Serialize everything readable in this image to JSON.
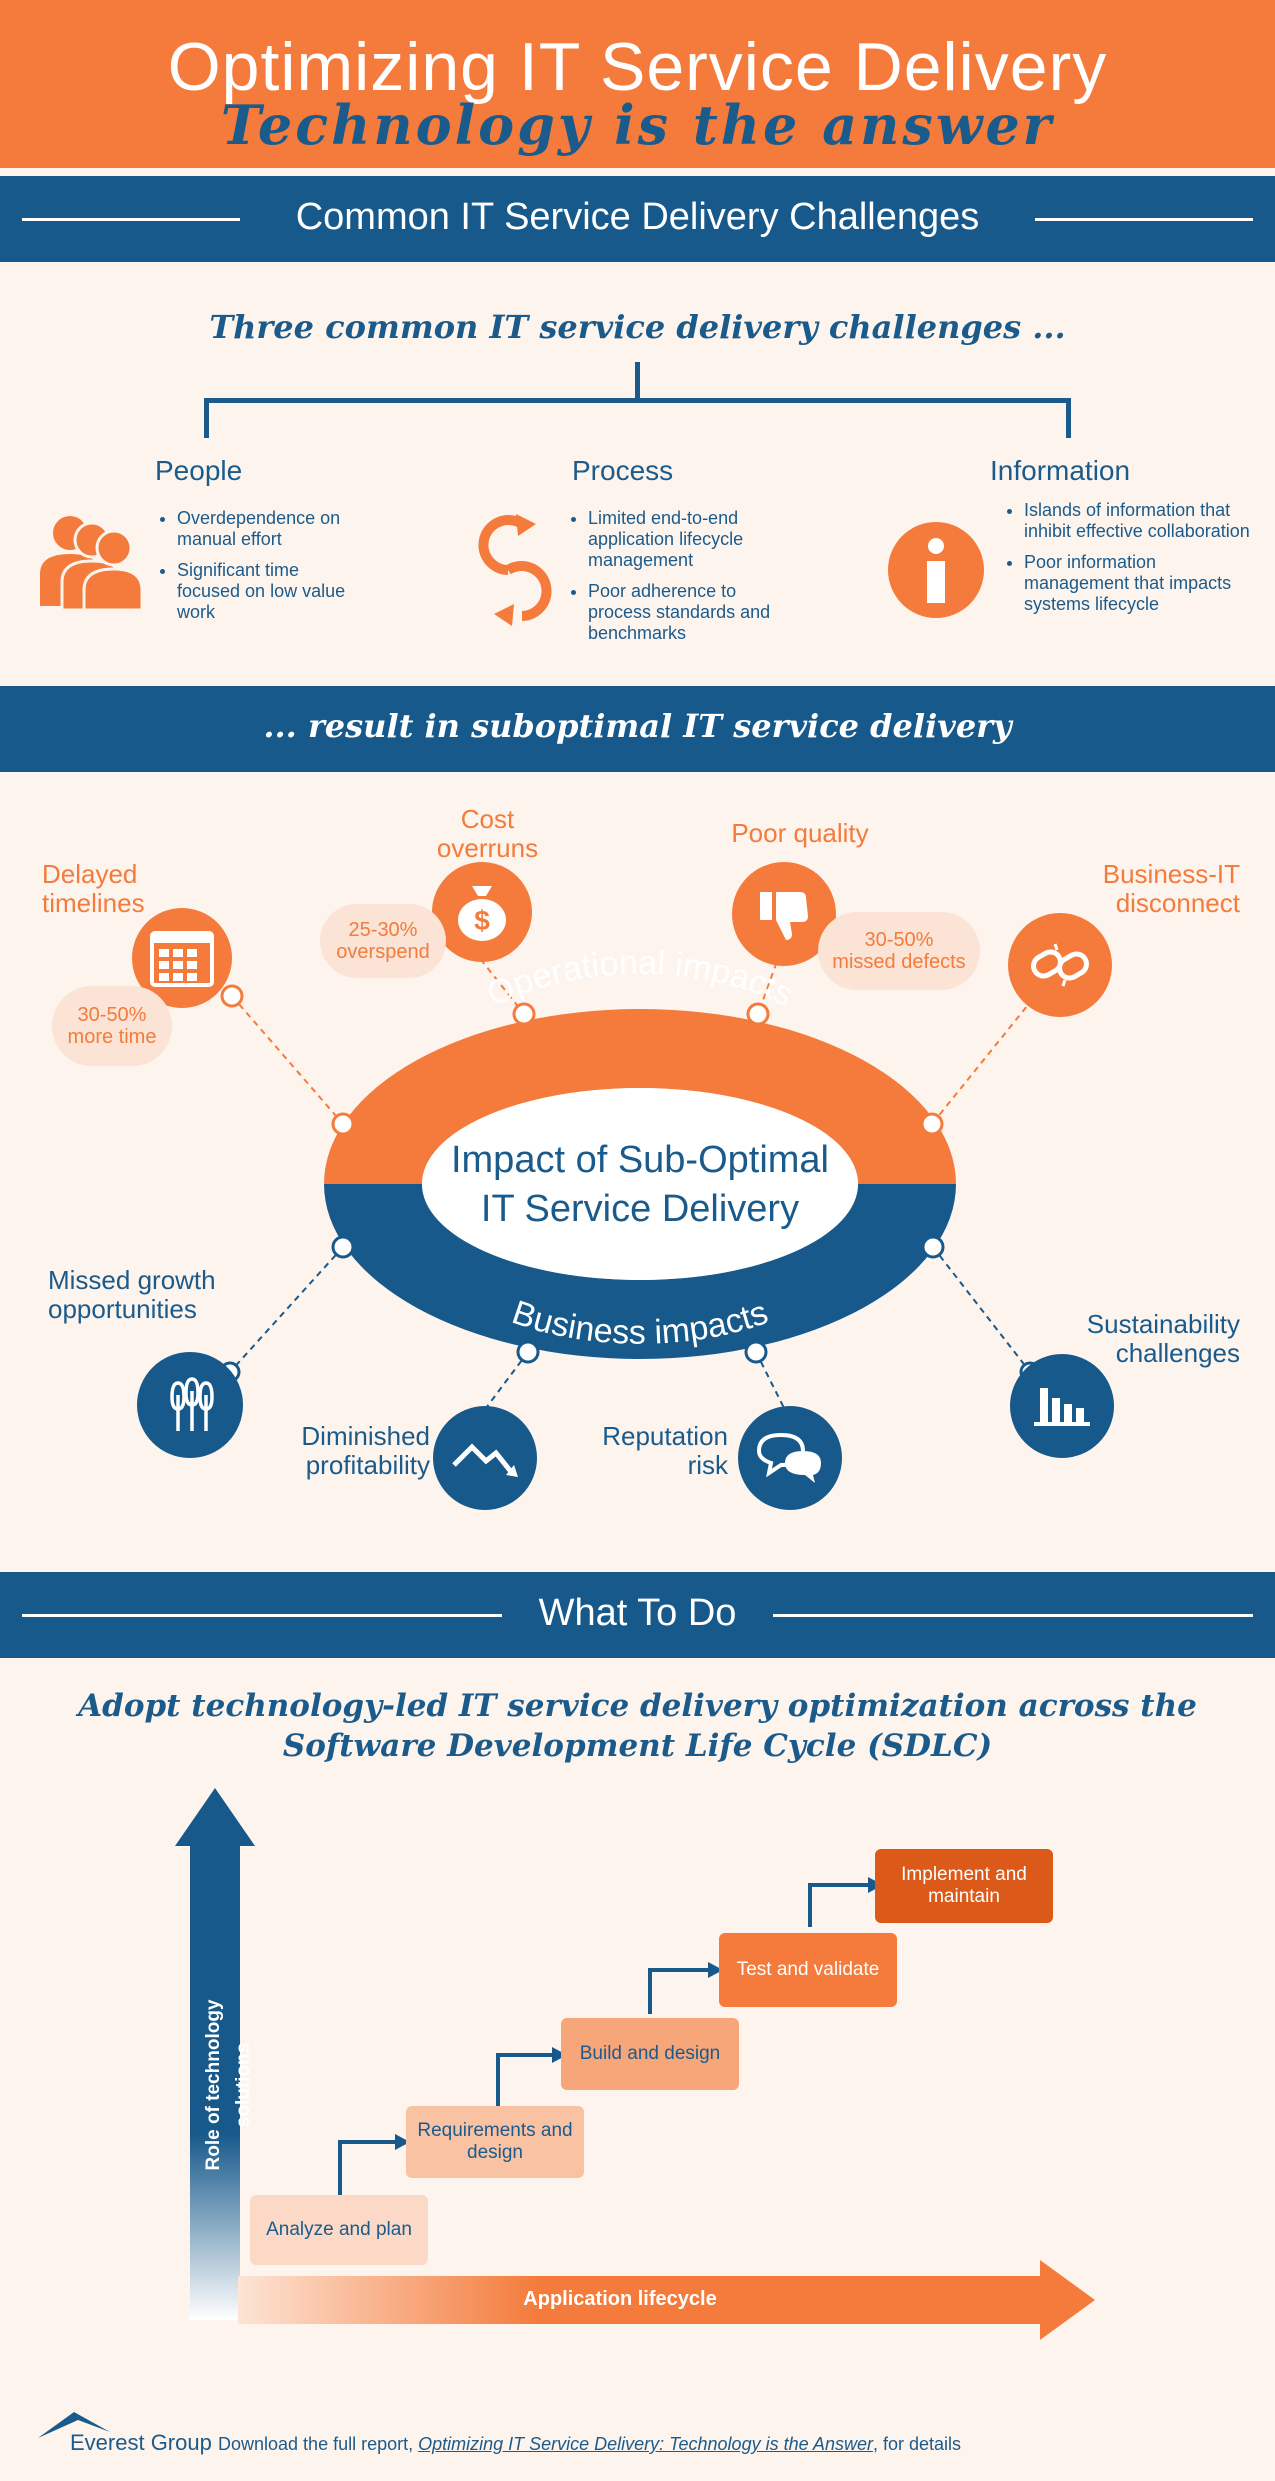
{
  "header": {
    "title": "Optimizing IT Service Delivery",
    "subtitle": "Technology is the answer"
  },
  "challenges": {
    "band_title": "Common IT Service Delivery Challenges",
    "intro": "Three common IT service delivery challenges ...",
    "columns": [
      {
        "title": "People",
        "bullets": [
          "Overdependence on manual effort",
          "Significant time focused on low value work"
        ]
      },
      {
        "title": "Process",
        "bullets": [
          "Limited end-to-end application lifecycle management",
          "Poor adherence to process standards and benchmarks"
        ]
      },
      {
        "title": "Information",
        "bullets": [
          "Islands of information that inhibit effective collaboration",
          "Poor information management that impacts systems lifecycle"
        ]
      }
    ],
    "result_band": "... result in suboptimal IT service delivery"
  },
  "impact": {
    "center_line1": "Impact of Sub-Optimal",
    "center_line2": "IT Service Delivery",
    "operational_label": "Operational impacts",
    "business_label": "Business impacts",
    "delayed": {
      "label": "Delayed timelines",
      "stat": "30-50%",
      "stat_sub": "more time"
    },
    "cost": {
      "label": "Cost overruns",
      "stat": "25-30%",
      "stat_sub": "overspend"
    },
    "quality": {
      "label": "Poor quality",
      "stat": "30-50%",
      "stat_sub": "missed defects"
    },
    "disconnect": {
      "label": "Business-IT disconnect"
    },
    "growth": {
      "label": "Missed growth opportunities"
    },
    "profit": {
      "label": "Diminished profitability"
    },
    "reputation": {
      "label": "Reputation risk"
    },
    "sustain": {
      "label": "Sustainability challenges"
    },
    "colors": {
      "orange": "#f47b3b",
      "blue": "#17598b"
    }
  },
  "todo": {
    "band_title": "What To Do",
    "intro_line1": "Adopt technology-led IT service delivery optimization across the",
    "intro_line2": "Software Development Life Cycle (SDLC)",
    "y_axis": "Role of technology solutions",
    "x_axis": "Application lifecycle",
    "steps": [
      "Analyze and plan",
      "Requirements and design",
      "Build and design",
      "Test and validate",
      "Implement and maintain"
    ]
  },
  "footer": {
    "logo": "Everest Group",
    "text_pre": "Download the full report, ",
    "text_link": "Optimizing IT Service Delivery: Technology is the Answer",
    "text_post": ", for details"
  }
}
